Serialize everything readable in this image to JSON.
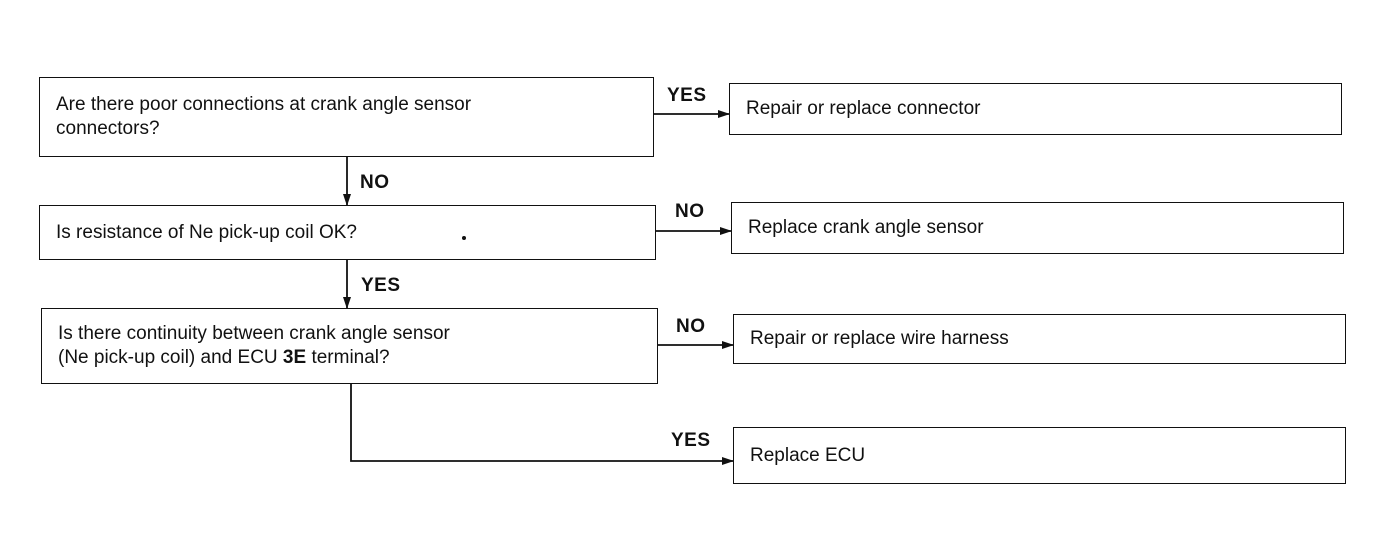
{
  "flowchart": {
    "questions": [
      {
        "id": "q1",
        "lines": "Are there poor connections at crank angle sensor\nconnectors?"
      },
      {
        "id": "q2",
        "lines": "Is resistance of Ne pick-up coil OK?"
      },
      {
        "id": "q3a",
        "lines": "Is there continuity between crank angle sensor\n(Ne pick-up coil) and ECU ",
        "bold": "3E",
        "tail": " terminal?"
      }
    ],
    "actions": [
      {
        "id": "a1",
        "text": "Repair or replace connector"
      },
      {
        "id": "a2",
        "text": "Replace crank angle sensor"
      },
      {
        "id": "a3",
        "text": "Repair or replace wire harness"
      },
      {
        "id": "a4",
        "text": "Replace ECU"
      }
    ],
    "labels": {
      "q1_yes": "YES",
      "q1_no": "NO",
      "q2_no": "NO",
      "q2_yes": "YES",
      "q3_no": "NO",
      "q3_yes": "YES"
    }
  }
}
